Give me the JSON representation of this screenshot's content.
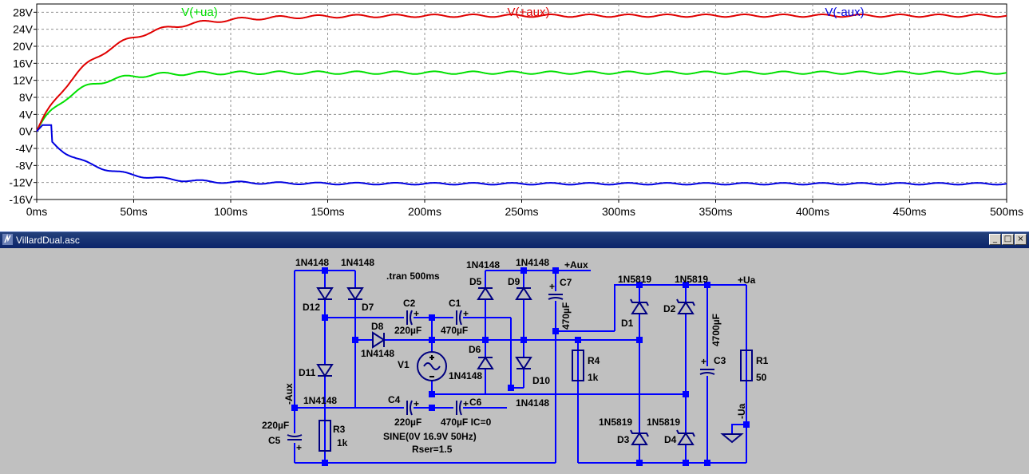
{
  "chart_data": {
    "type": "line",
    "x_ticks": [
      "0ms",
      "50ms",
      "100ms",
      "150ms",
      "200ms",
      "250ms",
      "300ms",
      "350ms",
      "400ms",
      "450ms",
      "500ms"
    ],
    "y_ticks": [
      "28V",
      "24V",
      "20V",
      "16V",
      "12V",
      "8V",
      "4V",
      "0V",
      "-4V",
      "-8V",
      "-12V",
      "-16V"
    ],
    "xlim": [
      0,
      500
    ],
    "ylim": [
      -16,
      28
    ],
    "grid": true,
    "series": [
      {
        "name": "V(+ua)",
        "color": "#00e000",
        "steady": 13.8,
        "start": 0,
        "tau": 18
      },
      {
        "name": "V(+aux)",
        "color": "#e00000",
        "steady": 27.2,
        "start": 0,
        "tau": 30
      },
      {
        "name": "V(-aux)",
        "color": "#0000e0",
        "steady": -12.3,
        "start": 1.5,
        "tau": 28
      }
    ]
  },
  "window": {
    "title": "VillardDual.asc",
    "minimize": "_",
    "maximize": "□",
    "close": "×"
  },
  "schematic": {
    "labels": [
      {
        "id": "d12-model",
        "text": "1N4148"
      },
      {
        "id": "d7-model",
        "text": "1N4148"
      },
      {
        "id": "tran",
        "text": ".tran 500ms"
      },
      {
        "id": "d5-model",
        "text": "1N4148"
      },
      {
        "id": "d9-model",
        "text": "1N4148"
      },
      {
        "id": "aux-pos",
        "text": "+Aux"
      },
      {
        "id": "c7-name",
        "text": "C7"
      },
      {
        "id": "c7-val",
        "text": "470µF"
      },
      {
        "id": "d1-model",
        "text": "1N5819"
      },
      {
        "id": "d2-model",
        "text": "1N5819"
      },
      {
        "id": "ua-pos",
        "text": "+Ua"
      },
      {
        "id": "d12-name",
        "text": "D12"
      },
      {
        "id": "d7-name",
        "text": "D7"
      },
      {
        "id": "c2-name",
        "text": "C2"
      },
      {
        "id": "c1-name",
        "text": "C1"
      },
      {
        "id": "d5-name",
        "text": "D5"
      },
      {
        "id": "d9-name",
        "text": "D9"
      },
      {
        "id": "d1-name",
        "text": "D1"
      },
      {
        "id": "d2-name",
        "text": "D2"
      },
      {
        "id": "c3-val",
        "text": "4700µF"
      },
      {
        "id": "d8-name",
        "text": "D8"
      },
      {
        "id": "c2-val",
        "text": "220µF"
      },
      {
        "id": "c1-val",
        "text": "470µF"
      },
      {
        "id": "d8-model",
        "text": "1N4148"
      },
      {
        "id": "d6-name",
        "text": "D6"
      },
      {
        "id": "v1-name",
        "text": "V1"
      },
      {
        "id": "d6-model",
        "text": "1N4148"
      },
      {
        "id": "r4-name",
        "text": "R4"
      },
      {
        "id": "r4-val",
        "text": "1k"
      },
      {
        "id": "c3-name",
        "text": "C3"
      },
      {
        "id": "r1-name",
        "text": "R1"
      },
      {
        "id": "r1-val",
        "text": "50"
      },
      {
        "id": "d11-name",
        "text": "D11"
      },
      {
        "id": "d10-name",
        "text": "D10"
      },
      {
        "id": "aux-neg",
        "text": "-Aux"
      },
      {
        "id": "d11-model",
        "text": "1N4148"
      },
      {
        "id": "c4-name",
        "text": "C4"
      },
      {
        "id": "c6-name",
        "text": "C6"
      },
      {
        "id": "d10-model",
        "text": "1N4148"
      },
      {
        "id": "ua-neg",
        "text": "-Ua"
      },
      {
        "id": "r3-name",
        "text": "R3"
      },
      {
        "id": "c5-val",
        "text": "220µF"
      },
      {
        "id": "c4-val",
        "text": "220µF"
      },
      {
        "id": "c6-val",
        "text": "470µF IC=0"
      },
      {
        "id": "d3-model",
        "text": "1N5819"
      },
      {
        "id": "d4-model",
        "text": "1N5819"
      },
      {
        "id": "r3-val",
        "text": "1k"
      },
      {
        "id": "c5-name",
        "text": "C5"
      },
      {
        "id": "v1-val",
        "text": "SINE(0V 16.9V 50Hz)"
      },
      {
        "id": "d3-name",
        "text": "D3"
      },
      {
        "id": "d4-name",
        "text": "D4"
      },
      {
        "id": "v1-rser",
        "text": "Rser=1.5"
      }
    ]
  }
}
